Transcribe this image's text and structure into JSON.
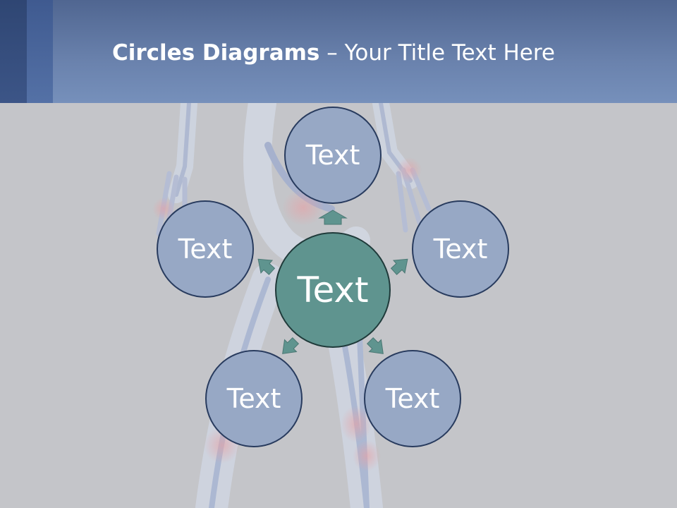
{
  "slide": {
    "title_bold": "Circles Diagrams",
    "title_rest": " – Your Title Text Here"
  },
  "diagram": {
    "center": "Text",
    "nodes": [
      "Text",
      "Text",
      "Text",
      "Text",
      "Text"
    ]
  },
  "colors": {
    "header": "#6a82ad",
    "background": "#c4c5c9",
    "node_fill": "#97a8c5",
    "center_fill": "#5f948f",
    "arrow_fill": "#5f948f",
    "outline": "#283b5e"
  }
}
